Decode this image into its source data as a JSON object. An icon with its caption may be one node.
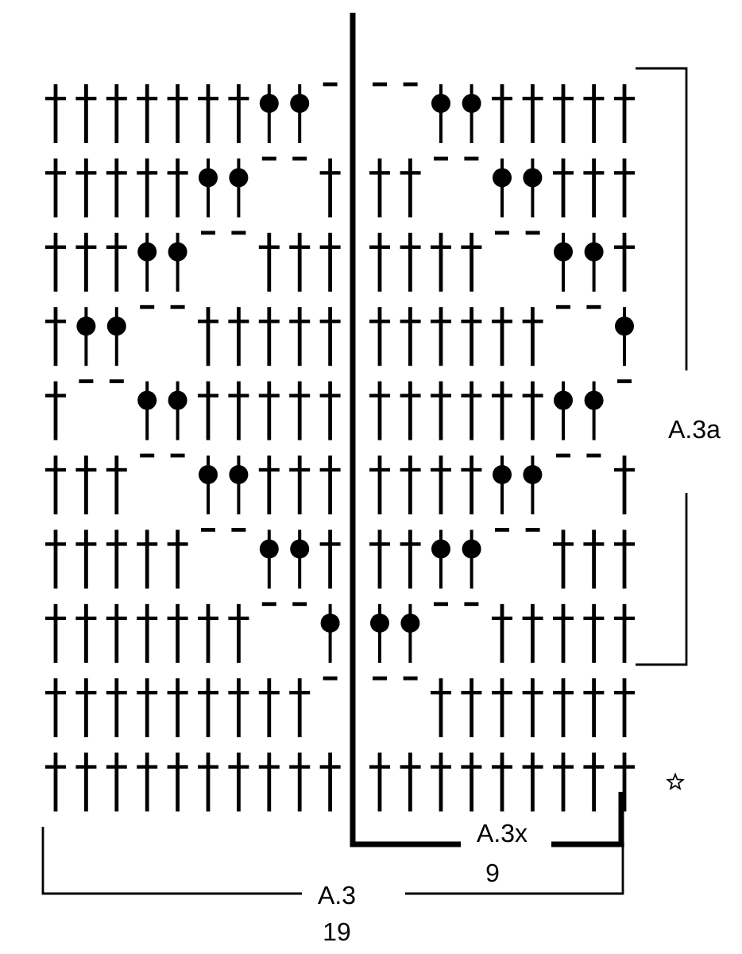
{
  "diagram": {
    "labels": [
      "A.3a",
      "A.3x",
      "9",
      "A.3",
      "19"
    ]
  }
}
